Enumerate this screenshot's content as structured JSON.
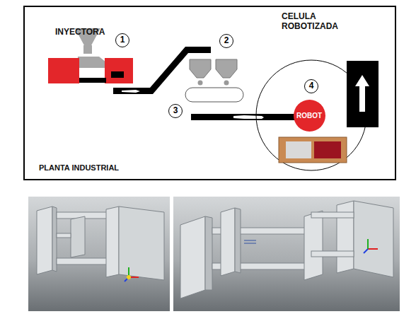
{
  "diagram": {
    "nodes": [
      {
        "text": [
          "PLANTA INDUSTRIAL"
        ]
      },
      {
        "text": [
          "1"
        ],
        "in": 0
      },
      {
        "text": [
          "2"
        ],
        "in": 0
      },
      {
        "text": [
          "3"
        ],
        "in": 0
      },
      {
        "text": [
          "4"
        ],
        "in": 0
      },
      {
        "text": [
          "ROBOT"
        ],
        "in": 0
      }
    ],
    "labels": [
      "INYECTORA",
      "CELULA ROBOTIZADA"
    ]
  }
}
